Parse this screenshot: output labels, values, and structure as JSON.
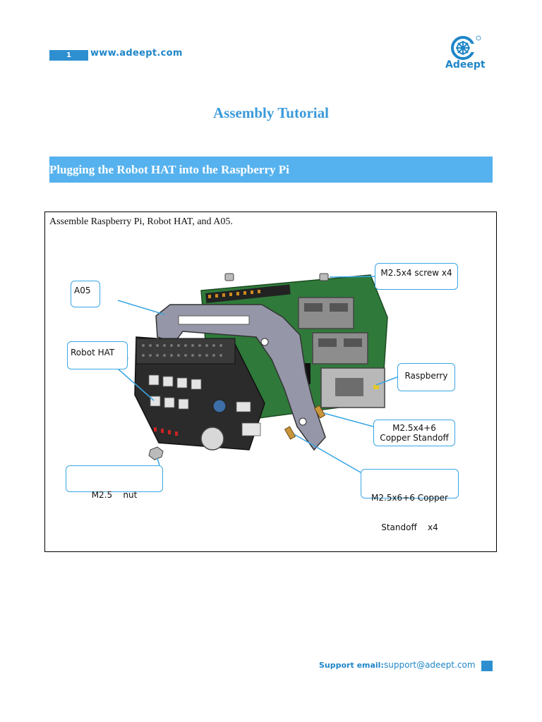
{
  "header": {
    "page_number": "1",
    "website": "www.adeept.com",
    "brand": "Adeept"
  },
  "title": "Assembly Tutorial",
  "section": {
    "heading": "Plugging the Robot HAT into the Raspberry Pi"
  },
  "figure": {
    "instruction": "Assemble Raspberry Pi, Robot HAT, and A05.",
    "labels": {
      "a05": "A05",
      "robot_hat": "Robot HAT",
      "m25_nut": "M2.5    nut",
      "screw": "M2.5x4 screw x4",
      "raspberry": "Raspberry",
      "standoff_446_line1": "M2.5x4+6",
      "standoff_446_line2": "Copper Standoff",
      "standoff_666_line1": "M2.5x6+6 Copper",
      "standoff_666_line2": "Standoff    x4"
    }
  },
  "footer": {
    "label": "Support email:",
    "email": "support@adeept.com"
  },
  "colors": {
    "brand_blue": "#1f86c8",
    "section_blue": "#56b2ee",
    "callout_border": "#3aa6e4"
  }
}
